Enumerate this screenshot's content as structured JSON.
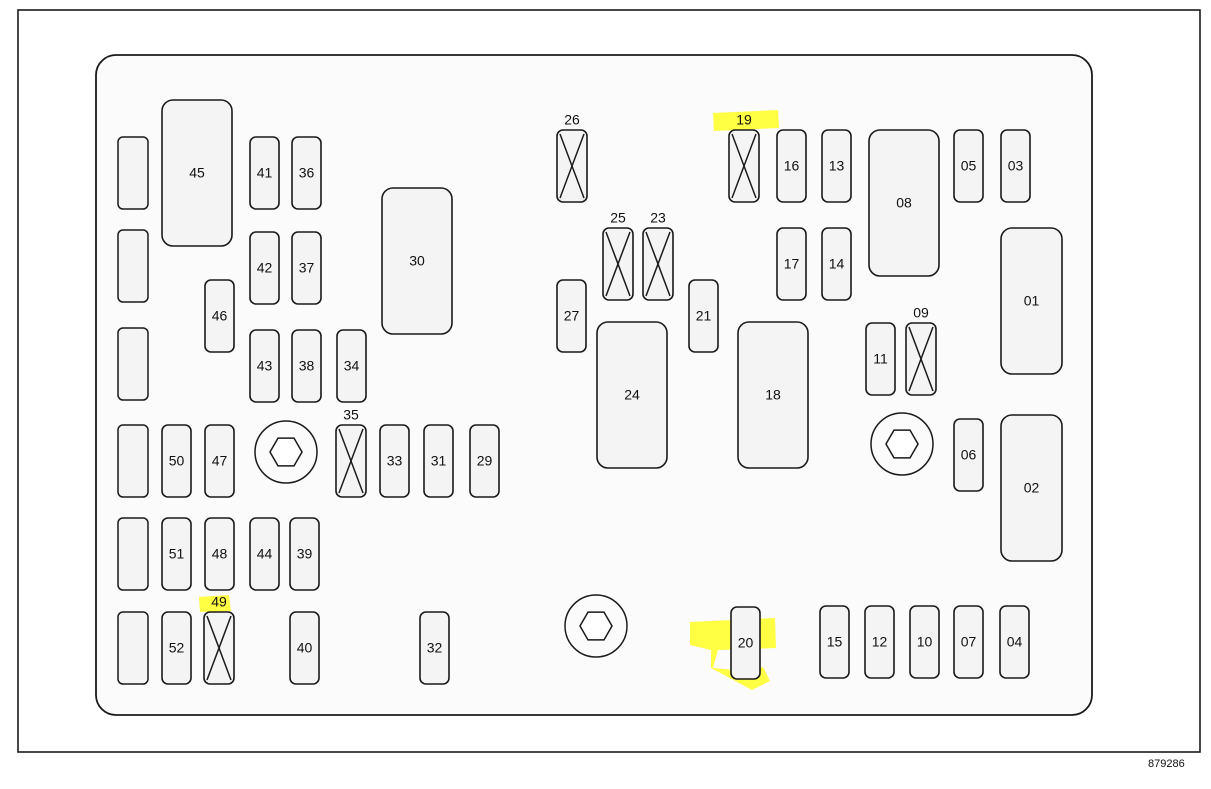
{
  "diagram": {
    "reference_number": "879286",
    "colors": {
      "stroke": "#1a1a1a",
      "box_fill": "#f4f4f4",
      "highlight": "#ffff3a"
    },
    "highlighted_items": [
      "19",
      "20",
      "49"
    ],
    "fuses": [
      {
        "label": "45",
        "kind": "large"
      },
      {
        "label": "41",
        "kind": "mini"
      },
      {
        "label": "36",
        "kind": "mini"
      },
      {
        "label": "42",
        "kind": "mini"
      },
      {
        "label": "37",
        "kind": "mini"
      },
      {
        "label": "46",
        "kind": "mini"
      },
      {
        "label": "43",
        "kind": "mini"
      },
      {
        "label": "38",
        "kind": "mini"
      },
      {
        "label": "34",
        "kind": "mini"
      },
      {
        "label": "30",
        "kind": "large"
      },
      {
        "label": "35",
        "kind": "empty",
        "label_above": true
      },
      {
        "label": "33",
        "kind": "mini"
      },
      {
        "label": "31",
        "kind": "mini"
      },
      {
        "label": "29",
        "kind": "mini"
      },
      {
        "label": "50",
        "kind": "mini"
      },
      {
        "label": "47",
        "kind": "mini"
      },
      {
        "label": "51",
        "kind": "mini"
      },
      {
        "label": "48",
        "kind": "mini"
      },
      {
        "label": "44",
        "kind": "mini"
      },
      {
        "label": "39",
        "kind": "mini"
      },
      {
        "label": "52",
        "kind": "mini"
      },
      {
        "label": "49",
        "kind": "empty",
        "label_above": true
      },
      {
        "label": "40",
        "kind": "mini"
      },
      {
        "label": "32",
        "kind": "mini"
      },
      {
        "label": "26",
        "kind": "empty",
        "label_above": true
      },
      {
        "label": "25",
        "kind": "empty",
        "label_above": true
      },
      {
        "label": "23",
        "kind": "empty",
        "label_above": true
      },
      {
        "label": "27",
        "kind": "mini"
      },
      {
        "label": "21",
        "kind": "mini"
      },
      {
        "label": "24",
        "kind": "large"
      },
      {
        "label": "18",
        "kind": "large"
      },
      {
        "label": "19",
        "kind": "empty",
        "label_above": true
      },
      {
        "label": "16",
        "kind": "mini"
      },
      {
        "label": "13",
        "kind": "mini"
      },
      {
        "label": "17",
        "kind": "mini"
      },
      {
        "label": "14",
        "kind": "mini"
      },
      {
        "label": "08",
        "kind": "large"
      },
      {
        "label": "05",
        "kind": "mini"
      },
      {
        "label": "03",
        "kind": "mini"
      },
      {
        "label": "01",
        "kind": "large"
      },
      {
        "label": "11",
        "kind": "mini"
      },
      {
        "label": "09",
        "kind": "empty",
        "label_above": true
      },
      {
        "label": "06",
        "kind": "mini"
      },
      {
        "label": "02",
        "kind": "large"
      },
      {
        "label": "20",
        "kind": "mini"
      },
      {
        "label": "15",
        "kind": "mini"
      },
      {
        "label": "12",
        "kind": "mini"
      },
      {
        "label": "10",
        "kind": "mini"
      },
      {
        "label": "07",
        "kind": "mini"
      },
      {
        "label": "04",
        "kind": "mini"
      }
    ]
  }
}
